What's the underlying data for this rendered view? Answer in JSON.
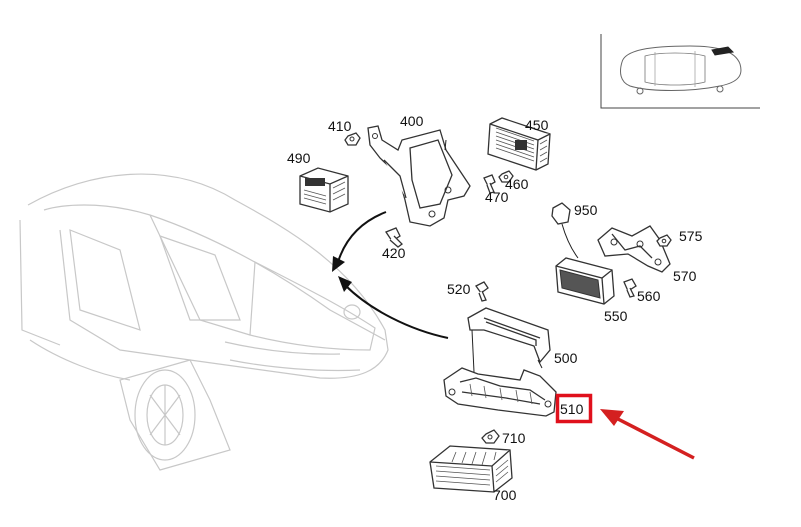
{
  "diagram": {
    "colors": {
      "highlight": "#e0101c",
      "arrow": "#d42020",
      "line": "#222222",
      "car_outline": "#c8c8c8"
    },
    "inset": {
      "icon": "car-top-view-icon"
    },
    "parts": [
      {
        "id": "400",
        "label": "400"
      },
      {
        "id": "410",
        "label": "410"
      },
      {
        "id": "420",
        "label": "420"
      },
      {
        "id": "450",
        "label": "450"
      },
      {
        "id": "460",
        "label": "460"
      },
      {
        "id": "470",
        "label": "470"
      },
      {
        "id": "490",
        "label": "490"
      },
      {
        "id": "500",
        "label": "500"
      },
      {
        "id": "510",
        "label": "510"
      },
      {
        "id": "520",
        "label": "520"
      },
      {
        "id": "550",
        "label": "550"
      },
      {
        "id": "560",
        "label": "560"
      },
      {
        "id": "570",
        "label": "570"
      },
      {
        "id": "575",
        "label": "575"
      },
      {
        "id": "700",
        "label": "700"
      },
      {
        "id": "710",
        "label": "710"
      },
      {
        "id": "950",
        "label": "950"
      }
    ],
    "highlighted_part": "510"
  }
}
